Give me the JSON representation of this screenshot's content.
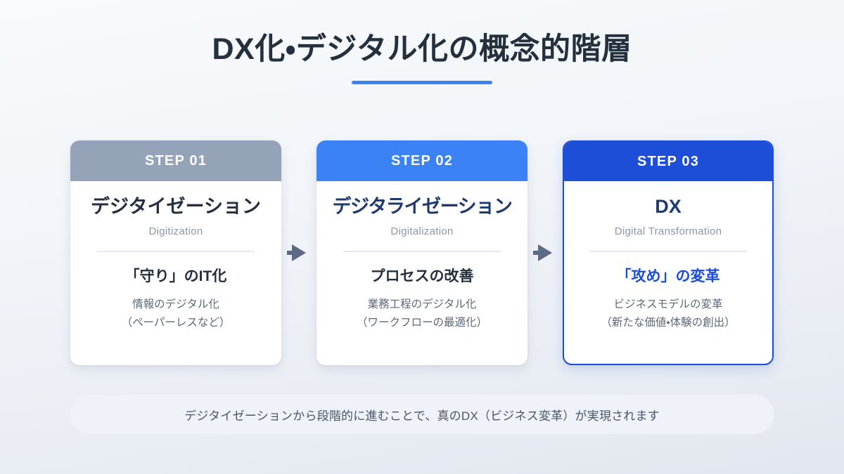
{
  "header": {
    "title": "DX化・デジタル化の概念的階層",
    "accent_color": "#3b82f6"
  },
  "steps": [
    {
      "badge": "STEP 01",
      "badge_color": "#94a3b8",
      "title": "デジタイゼーション",
      "subtitle": "Digitization",
      "point": "「守り」のIT化",
      "desc_line_1": "情報のデジタル化",
      "desc_line_2": "（ペーパーレスなど）",
      "highlighted": false
    },
    {
      "badge": "STEP 02",
      "badge_color": "#3b82f6",
      "title": "デジタライゼーション",
      "subtitle": "Digitalization",
      "point": "プロセスの改善",
      "desc_line_1": "業務工程のデジタル化",
      "desc_line_2": "（ワークフローの最適化）",
      "highlighted": false
    },
    {
      "badge": "STEP 03",
      "badge_color": "#1d4ed8",
      "title": "DX",
      "subtitle": "Digital Transformation",
      "point": "「攻め」の変革",
      "desc_line_1": "ビジネスモデルの変革",
      "desc_line_2": "（新たな価値・体験の創出）",
      "highlighted": true
    }
  ],
  "arrows": [
    {
      "name": "arrow-step1-to-step2"
    },
    {
      "name": "arrow-step2-to-step3"
    }
  ],
  "footer": {
    "note": "デジタイゼーションから段階的に進むことで、真のDX（ビジネス変革）が実現されます"
  }
}
